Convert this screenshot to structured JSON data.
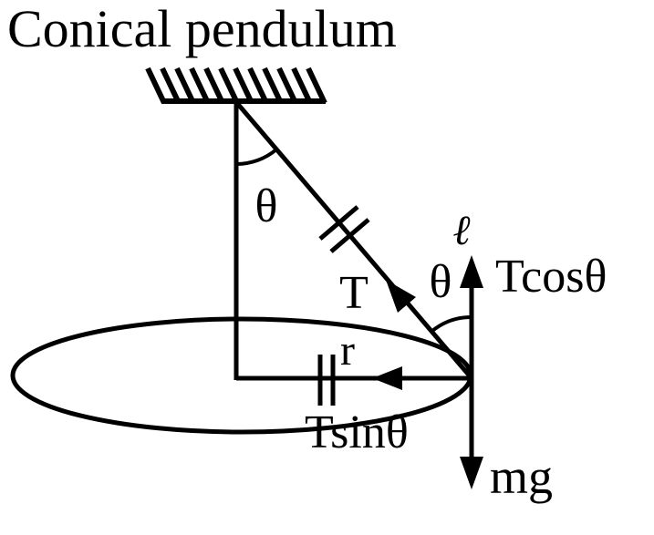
{
  "title": "Conical pendulum",
  "colors": {
    "ink": "#000000",
    "background": "#ffffff"
  },
  "diagram": {
    "labels": {
      "angle_top": "θ",
      "tension": "T",
      "string_length": "ℓ",
      "angle_bob": "θ",
      "vertical_component": "Tcosθ",
      "radius": "r",
      "horizontal_component": "Tsinθ",
      "weight": "mg"
    }
  }
}
